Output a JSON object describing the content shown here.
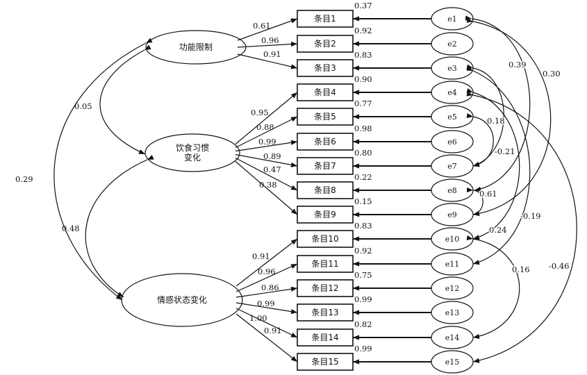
{
  "latents": [
    {
      "id": "f1",
      "label": "功能限制"
    },
    {
      "id": "f2",
      "label": "饮食习惯\n变化"
    },
    {
      "id": "f3",
      "label": "情感状态变化"
    }
  ],
  "items": [
    {
      "label": "条目1",
      "factor": "f1",
      "loading": "0.61",
      "r2": "0.37",
      "error": "e1"
    },
    {
      "label": "条目2",
      "factor": "f1",
      "loading": "0.96",
      "r2": "0.92",
      "error": "e2"
    },
    {
      "label": "条目3",
      "factor": "f1",
      "loading": "0.91",
      "r2": "0.83",
      "error": "e3"
    },
    {
      "label": "条目4",
      "factor": "f2",
      "loading": "0.95",
      "r2": "0.90",
      "error": "e4"
    },
    {
      "label": "条目5",
      "factor": "f2",
      "loading": "0.88",
      "r2": "0.77",
      "error": "e5"
    },
    {
      "label": "条目6",
      "factor": "f2",
      "loading": "0.99",
      "r2": "0.98",
      "error": "e6"
    },
    {
      "label": "条目7",
      "factor": "f2",
      "loading": "0.89",
      "r2": "0.80",
      "error": "e7"
    },
    {
      "label": "条目8",
      "factor": "f2",
      "loading": "0.47",
      "r2": "0.22",
      "error": "e8"
    },
    {
      "label": "条目9",
      "factor": "f2",
      "loading": "0.38",
      "r2": "0.15",
      "error": "e9"
    },
    {
      "label": "条目10",
      "factor": "f3",
      "loading": "0.91",
      "r2": "0.83",
      "error": "e10"
    },
    {
      "label": "条目11",
      "factor": "f3",
      "loading": "0.96",
      "r2": "0.92",
      "error": "e11"
    },
    {
      "label": "条目12",
      "factor": "f3",
      "loading": "0.86",
      "r2": "0.75",
      "error": "e12"
    },
    {
      "label": "条目13",
      "factor": "f3",
      "loading": "0.99",
      "r2": "0.99",
      "error": "e13"
    },
    {
      "label": "条目14",
      "factor": "f3",
      "loading": "1.00",
      "r2": "0.82",
      "error": "e14"
    },
    {
      "label": "条目15",
      "factor": "f3",
      "loading": "0.91",
      "r2": "0.99",
      "error": "e15"
    }
  ],
  "factor_correlations": [
    {
      "from": "f1",
      "to": "f2",
      "value": "0.05"
    },
    {
      "from": "f1",
      "to": "f3",
      "value": "0.29"
    },
    {
      "from": "f2",
      "to": "f3",
      "value": "0.48"
    }
  ],
  "error_covariances": [
    {
      "from": "e1",
      "to": "e8",
      "value": "0.39"
    },
    {
      "from": "e1",
      "to": "e9",
      "value": "0.30"
    },
    {
      "from": "e3",
      "to": "e7",
      "value": "0.18"
    },
    {
      "from": "e5",
      "to": "e7",
      "value": "-0.21"
    },
    {
      "from": "e8",
      "to": "e9",
      "value": "0.61"
    },
    {
      "from": "e3",
      "to": "e11",
      "value": "0.24"
    },
    {
      "from": "e4",
      "to": "e10",
      "value": "-0.19"
    },
    {
      "from": "e4",
      "to": "e15",
      "value": "-0.46"
    },
    {
      "from": "e10",
      "to": "e14",
      "value": "0.16"
    }
  ]
}
